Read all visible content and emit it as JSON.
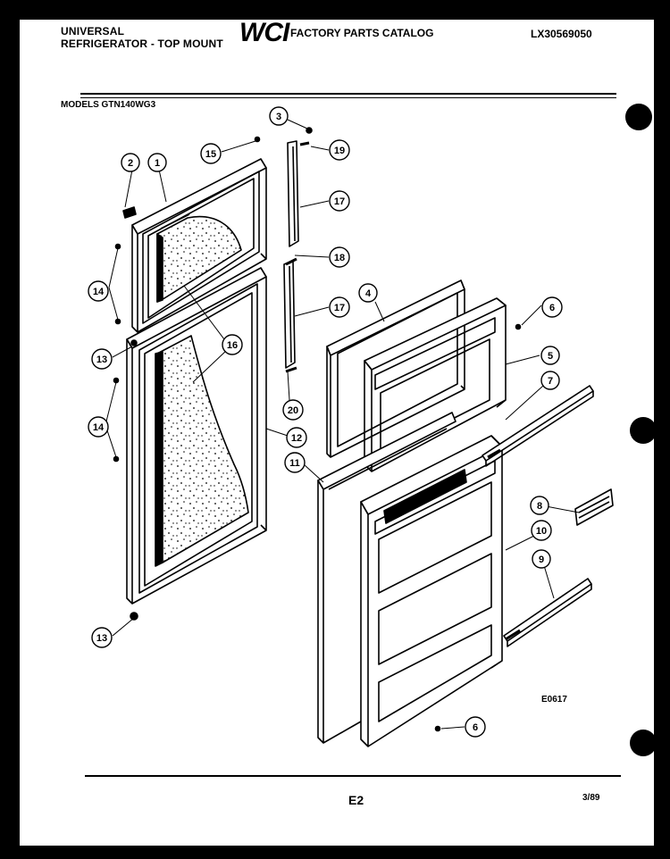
{
  "header": {
    "brand_line1": "UNIVERSAL",
    "brand_line2": "REFRIGERATOR - TOP MOUNT",
    "logo": "WCI",
    "catalog_title": "FACTORY PARTS CATALOG",
    "doc_number": "LX30569050"
  },
  "models_label": "MODELS GTN140WG3",
  "diagram_id": "E0617",
  "footer": {
    "page": "E2",
    "date": "3/89"
  },
  "callouts": [
    "1",
    "2",
    "3",
    "4",
    "5",
    "6",
    "6",
    "7",
    "8",
    "9",
    "10",
    "11",
    "12",
    "13",
    "13",
    "14",
    "14",
    "15",
    "16",
    "16",
    "17",
    "17",
    "18",
    "18",
    "19",
    "20"
  ]
}
